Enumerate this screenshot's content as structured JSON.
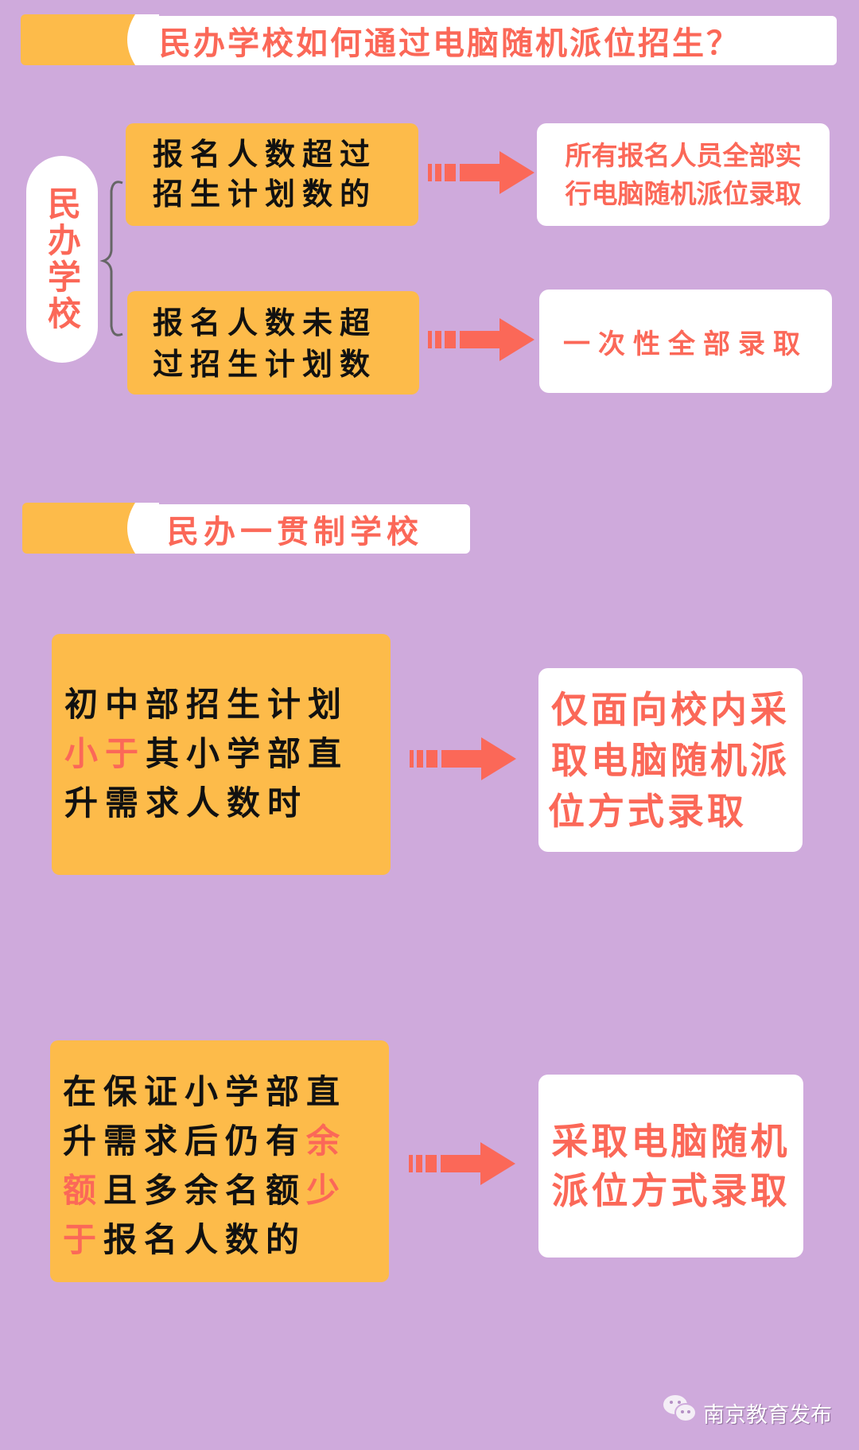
{
  "section1": {
    "title": "民办学校如何通过电脑随机派位招生？",
    "category": "民办学校",
    "rows": [
      {
        "condition": [
          "报名人数超过",
          "招生计划数的"
        ],
        "result": [
          "所有报名人员全部实",
          "行电脑随机派位录取"
        ]
      },
      {
        "condition": [
          "报名人数未超",
          "过招生计划数"
        ],
        "result": [
          "一次性全部录取"
        ]
      }
    ]
  },
  "section2": {
    "title": "民办一贯制学校",
    "rows": [
      {
        "condition_parts": [
          "初中部招生计划",
          "小于",
          "其小学部直",
          "升需求人数时"
        ],
        "result": [
          "仅面向校内采",
          "取电脑随机派",
          "位方式录取"
        ]
      },
      {
        "condition_parts": [
          "在保证小学部直",
          "升需求后仍有",
          "余",
          "额",
          "且多余名额",
          "少",
          "于",
          "报名人数的"
        ],
        "result": [
          "采取电脑随机",
          "派位方式录取"
        ]
      }
    ]
  },
  "watermark": {
    "text": "南京教育发布",
    "icon": "wechat-icon"
  },
  "colors": {
    "background": "#cfaadc",
    "orange": "#fdbb4a",
    "red": "#fb6858"
  }
}
